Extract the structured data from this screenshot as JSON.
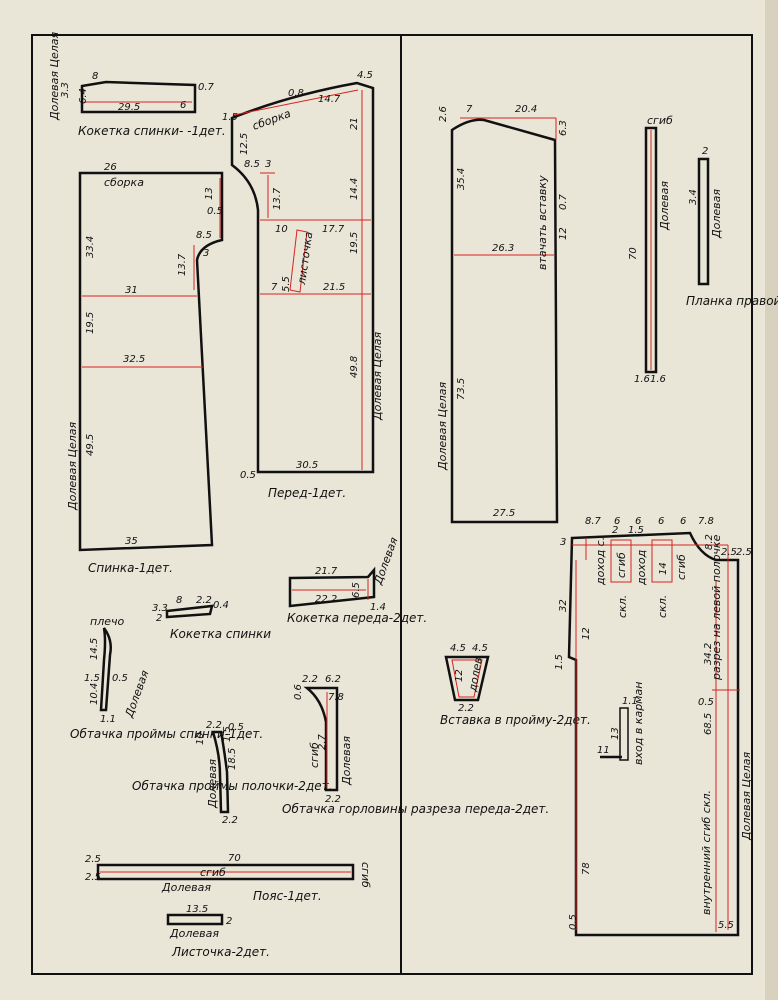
{
  "colors": {
    "paper": "#e9e6d8",
    "outline": "#111111",
    "measure": "#d8231f"
  },
  "left_panel": {
    "koketka_spinki": {
      "caption": "Кокетка спинки- -1дет.",
      "grain": "Долевая Целая",
      "dims": [
        "3.3",
        "8",
        "0.7",
        "6.4",
        "29.5",
        "6"
      ]
    },
    "spinka": {
      "caption": "Спинка-1дет.",
      "gather": "сборка",
      "grain": "Долевая Целая",
      "dims": [
        "26",
        "13",
        "0.5",
        "8.5",
        "3",
        "33.4",
        "13.7",
        "31",
        "19.5",
        "32.5",
        "49.5",
        "35"
      ]
    },
    "pered": {
      "caption": "Перед-1дет.",
      "gather": "сборка",
      "pocket": "листочка",
      "grain": "Долевая Целая",
      "dims": [
        "4.5",
        "0.8",
        "14.7",
        "1.5",
        "21",
        "12.5",
        "8.5",
        "3",
        "13.7",
        "14.4",
        "10",
        "17.7",
        "19.5",
        "5.5",
        "7",
        "21.5",
        "49.8",
        "0.5",
        "30.5"
      ]
    },
    "koketka_pereda": {
      "caption": "Кокетка переда-2дет.",
      "grain": "Долевая",
      "dims": [
        "21.7",
        "22.2",
        "6.5",
        "1.4"
      ]
    },
    "koketka_spinki_small": {
      "caption": "Кокетка спинки",
      "dims": [
        "3.3",
        "8",
        "2.2",
        "0.4",
        "2"
      ]
    },
    "obtachka_proymy_spinki": {
      "caption": "Обтачка проймы спинки-1дет.",
      "mark": "плечо",
      "grain": "Долевая",
      "dims": [
        "14.5",
        "1.5",
        "0.5",
        "10.4",
        "1.1"
      ]
    },
    "obtachka_proymy_polochki": {
      "caption": "Обтачка проймы полочки-2дет.",
      "grain": "Долевая",
      "dims": [
        "2.2",
        "0.5",
        "10",
        "1.5",
        "18.5",
        "2.2"
      ]
    },
    "obtachka_gorloviny": {
      "caption": "Обтачка горловины разреза переда-2дет.",
      "fold": "сгиб",
      "grain": "Долевая",
      "dims": [
        "2.2",
        "6.2",
        "0.6",
        "7.8",
        "2.7",
        "2.2"
      ]
    },
    "poyas": {
      "caption": "Пояс-1дет.",
      "fold": "сгиб",
      "fold_end": "сгиб",
      "grain": "Долевая",
      "dims": [
        "2.5",
        "2.5",
        "70"
      ]
    },
    "listochka": {
      "caption": "Листочка-2дет.",
      "grain": "Долевая",
      "dims": [
        "13.5",
        "2"
      ]
    }
  },
  "right_panel": {
    "rukav": {
      "grain": "Долевая Целая",
      "mark": "втачать вставку",
      "dims": [
        "2.6",
        "7",
        "20.4",
        "6.3",
        "35.4",
        "0.7",
        "12",
        "26.3",
        "73.5",
        "27.5"
      ]
    },
    "planka_strip1": {
      "fold": "сгиб",
      "grain": "Долевая",
      "dims": [
        "70",
        "1.6",
        "1.6"
      ]
    },
    "planka_strip2": {
      "grain": "Долевая",
      "dims": [
        "2",
        "3.4"
      ]
    },
    "planka_caption": "Планка правой полочки",
    "vstavka": {
      "caption": "Вставка в пройму-2дет.",
      "grain": "долев.",
      "dims": [
        "4.5",
        "4.5",
        "12",
        "2.2"
      ]
    },
    "yubka": {
      "grain": "Долевая Целая",
      "top_dims": [
        "8.7",
        "6",
        "6",
        "6",
        "6",
        "7.8"
      ],
      "left_dims": [
        "3",
        "32",
        "12",
        "1.5",
        "78",
        "0.5"
      ],
      "right_dims": [
        "8.2",
        "2.5",
        "2.5",
        "34.2",
        "0.5",
        "68.5",
        "5.5"
      ],
      "pleats": [
        "доход с.",
        "сгиб",
        "доход",
        "сгиб"
      ],
      "pleat_dims": [
        "2",
        "1.5"
      ],
      "skl": [
        "скл.",
        "скл."
      ],
      "pocket": "вход в карман",
      "pocket_dims": [
        "1.1",
        "13",
        "11"
      ],
      "slit": "разрез на левой полочке",
      "inner_fold": "внутренний сгиб скл.",
      "pleat_14": "14"
    }
  }
}
